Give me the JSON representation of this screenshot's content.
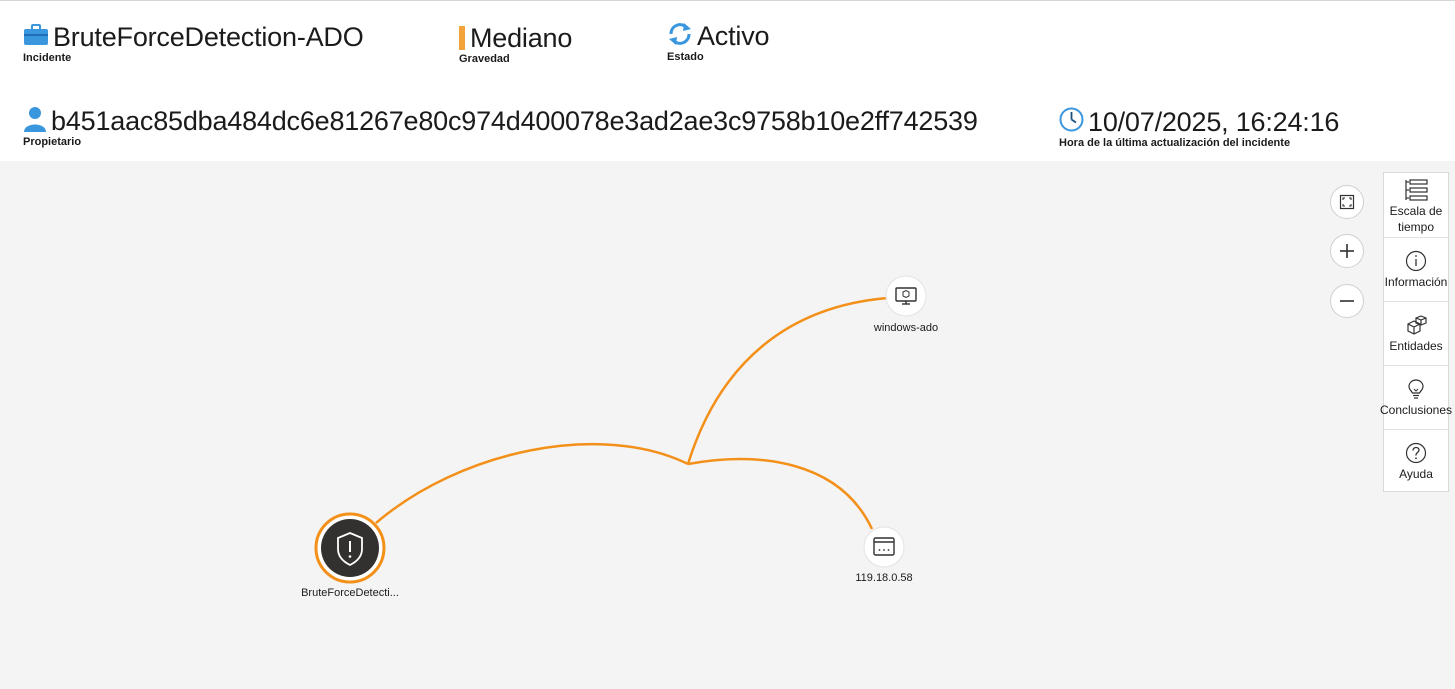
{
  "header": {
    "incident": {
      "value": "BruteForceDetection-ADO",
      "label": "Incidente",
      "icon": "briefcase-icon"
    },
    "severity": {
      "value": "Mediano",
      "label": "Gravedad",
      "color": "#f2a33a"
    },
    "status": {
      "value": "Activo",
      "label": "Estado",
      "icon": "refresh-icon"
    },
    "owner": {
      "value": "b451aac85dba484dc6e81267e80c974d400078e3ad2ae3c9758b10e2ff742539",
      "label": "Propietario",
      "icon": "person-icon"
    },
    "updated": {
      "value": "10/07/2025, 16:24:16",
      "label": "Hora de la última actualización del incidente",
      "icon": "clock-icon"
    }
  },
  "graph": {
    "edge_color": "#f39019",
    "nodes": {
      "alert": {
        "label": "BruteForceDetecti...",
        "icon": "shield-alert-icon"
      },
      "host": {
        "label": "windows-ado",
        "icon": "computer-icon"
      },
      "ip": {
        "label": "119.18.0.58",
        "icon": "ip-address-icon"
      }
    }
  },
  "zoom": {
    "fit": "fit-to-screen-icon",
    "in": "zoom-in-icon",
    "out": "zoom-out-icon"
  },
  "side_panel": {
    "items": [
      {
        "label": "Escala de tiempo",
        "icon": "timeline-icon"
      },
      {
        "label": "Información",
        "icon": "info-icon"
      },
      {
        "label": "Entidades",
        "icon": "entities-icon"
      },
      {
        "label": "Conclusiones",
        "icon": "lightbulb-icon"
      },
      {
        "label": "Ayuda",
        "icon": "help-icon"
      }
    ]
  }
}
